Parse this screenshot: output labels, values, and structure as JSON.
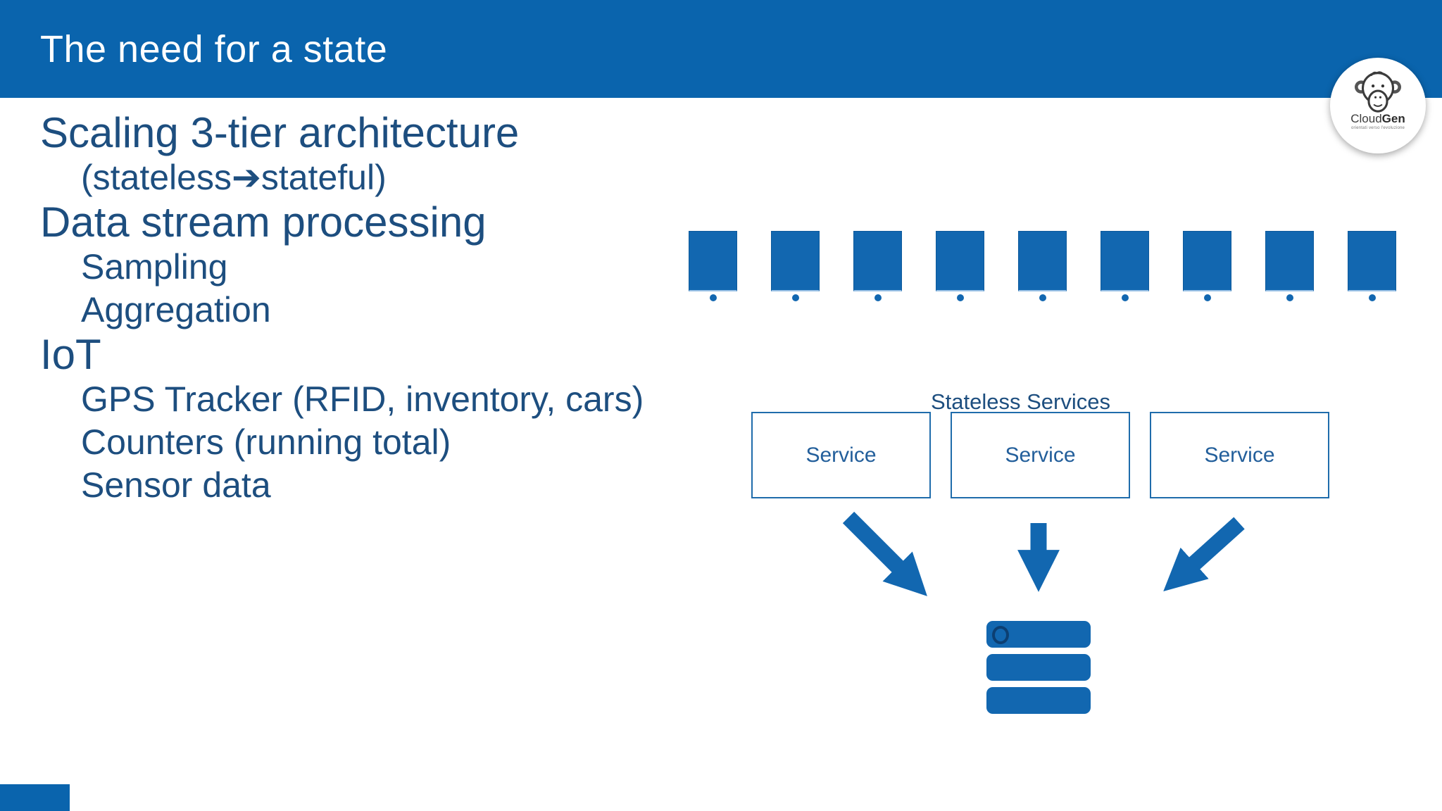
{
  "slide": {
    "title": "The need for a state",
    "logo": {
      "brand_regular": "Cloud",
      "brand_bold": "Gen",
      "tagline": "orientati verso l'evoluzione"
    }
  },
  "content": {
    "items": [
      {
        "text": "Scaling 3-tier architecture",
        "level": 1
      },
      {
        "text": "(stateless➔stateful)",
        "level": 2
      },
      {
        "text": "Data stream processing",
        "level": 1
      },
      {
        "text": "Sampling",
        "level": 2
      },
      {
        "text": "Aggregation",
        "level": 2
      },
      {
        "text": "IoT",
        "level": 1
      },
      {
        "text": "GPS Tracker (RFID, inventory, cars)",
        "level": 2
      },
      {
        "text": "Counters (running total)",
        "level": 2
      },
      {
        "text": "Sensor data",
        "level": 2
      }
    ]
  },
  "diagram": {
    "devices_count": 9,
    "stateless_label": "Stateless Services",
    "services": [
      {
        "label": "Service"
      },
      {
        "label": "Service"
      },
      {
        "label": "Service"
      }
    ],
    "colors": {
      "header_blue": "#0a64ad",
      "text_blue": "#1d4e7f",
      "shape_blue": "#1267b0",
      "box_border": "#1f6cab"
    }
  }
}
